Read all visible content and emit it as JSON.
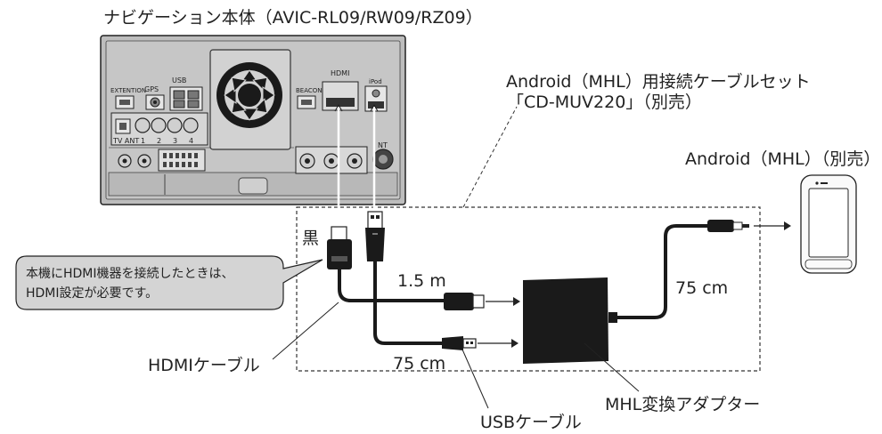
{
  "title": "ナビゲーション本体（AVIC-RL09/RW09/RZ09）",
  "cable_set": {
    "line1": "Android（MHL）用接続ケーブルセット",
    "line2": "「CD-MUV220」（別売）"
  },
  "phone_label": "Android（MHL）（別売）",
  "black_label": "黒",
  "hdmi_length": "1.5 m",
  "usb_length": "75 cm",
  "output_length": "75 cm",
  "callout": {
    "line1": "本機にHDMI機器を接続したときは、",
    "line2": "HDMI設定が必要です。"
  },
  "hdmi_cable_label": "HDMIケーブル",
  "adapter_label": "MHL変換アダプター",
  "usb_cable_label": "USBケーブル",
  "panel_labels": {
    "extention": "EXTENTION",
    "gps": "GPS",
    "usb": "USB",
    "hdmi": "HDMI",
    "beacon": "BEACON",
    "ipod": "iPod",
    "tv_ant": "TV ANT",
    "ant_1": "1",
    "ant_2": "2",
    "ant_3": "3",
    "ant_4": "4",
    "ant_nt": "NT"
  }
}
